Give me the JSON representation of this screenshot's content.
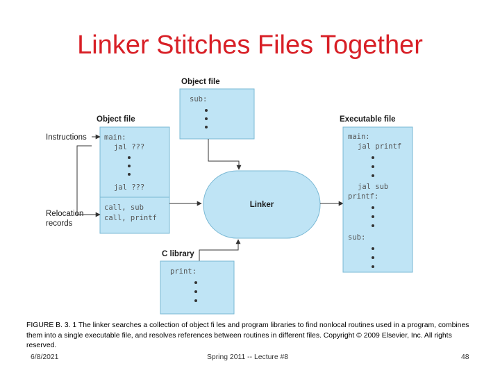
{
  "slide": {
    "title": "Linker Stitches Files Together",
    "caption": "FIGURE B. 3. 1 The linker searches a collection of object fi les and program libraries to find nonlocal routines used in a program, combines them into a single executable file, and resolves references between routines in different files. Copyright © 2009 Elsevier, Inc. All rights reserved.",
    "footer": {
      "date": "6/8/2021",
      "course": "Spring 2011 -- Lecture #8",
      "page": "48"
    }
  },
  "diagram": {
    "object_file_top": {
      "heading": "Object file",
      "code": "sub:"
    },
    "object_file_left": {
      "heading": "Object file",
      "side_label_instructions": "Instructions",
      "side_label_relocation_1": "Relocation",
      "side_label_relocation_2": "records",
      "instr_main": "main:",
      "instr_jal1": "jal ???",
      "instr_jal2": "jal ???",
      "reloc_1": "call, sub",
      "reloc_2": "call, printf"
    },
    "linker": {
      "label": "Linker"
    },
    "c_library": {
      "heading": "C library",
      "code": "print:"
    },
    "executable": {
      "heading": "Executable file",
      "main": "main:",
      "jal_printf": "jal printf",
      "jal_sub": "jal sub",
      "printf": "printf:",
      "sub": "sub:"
    }
  }
}
